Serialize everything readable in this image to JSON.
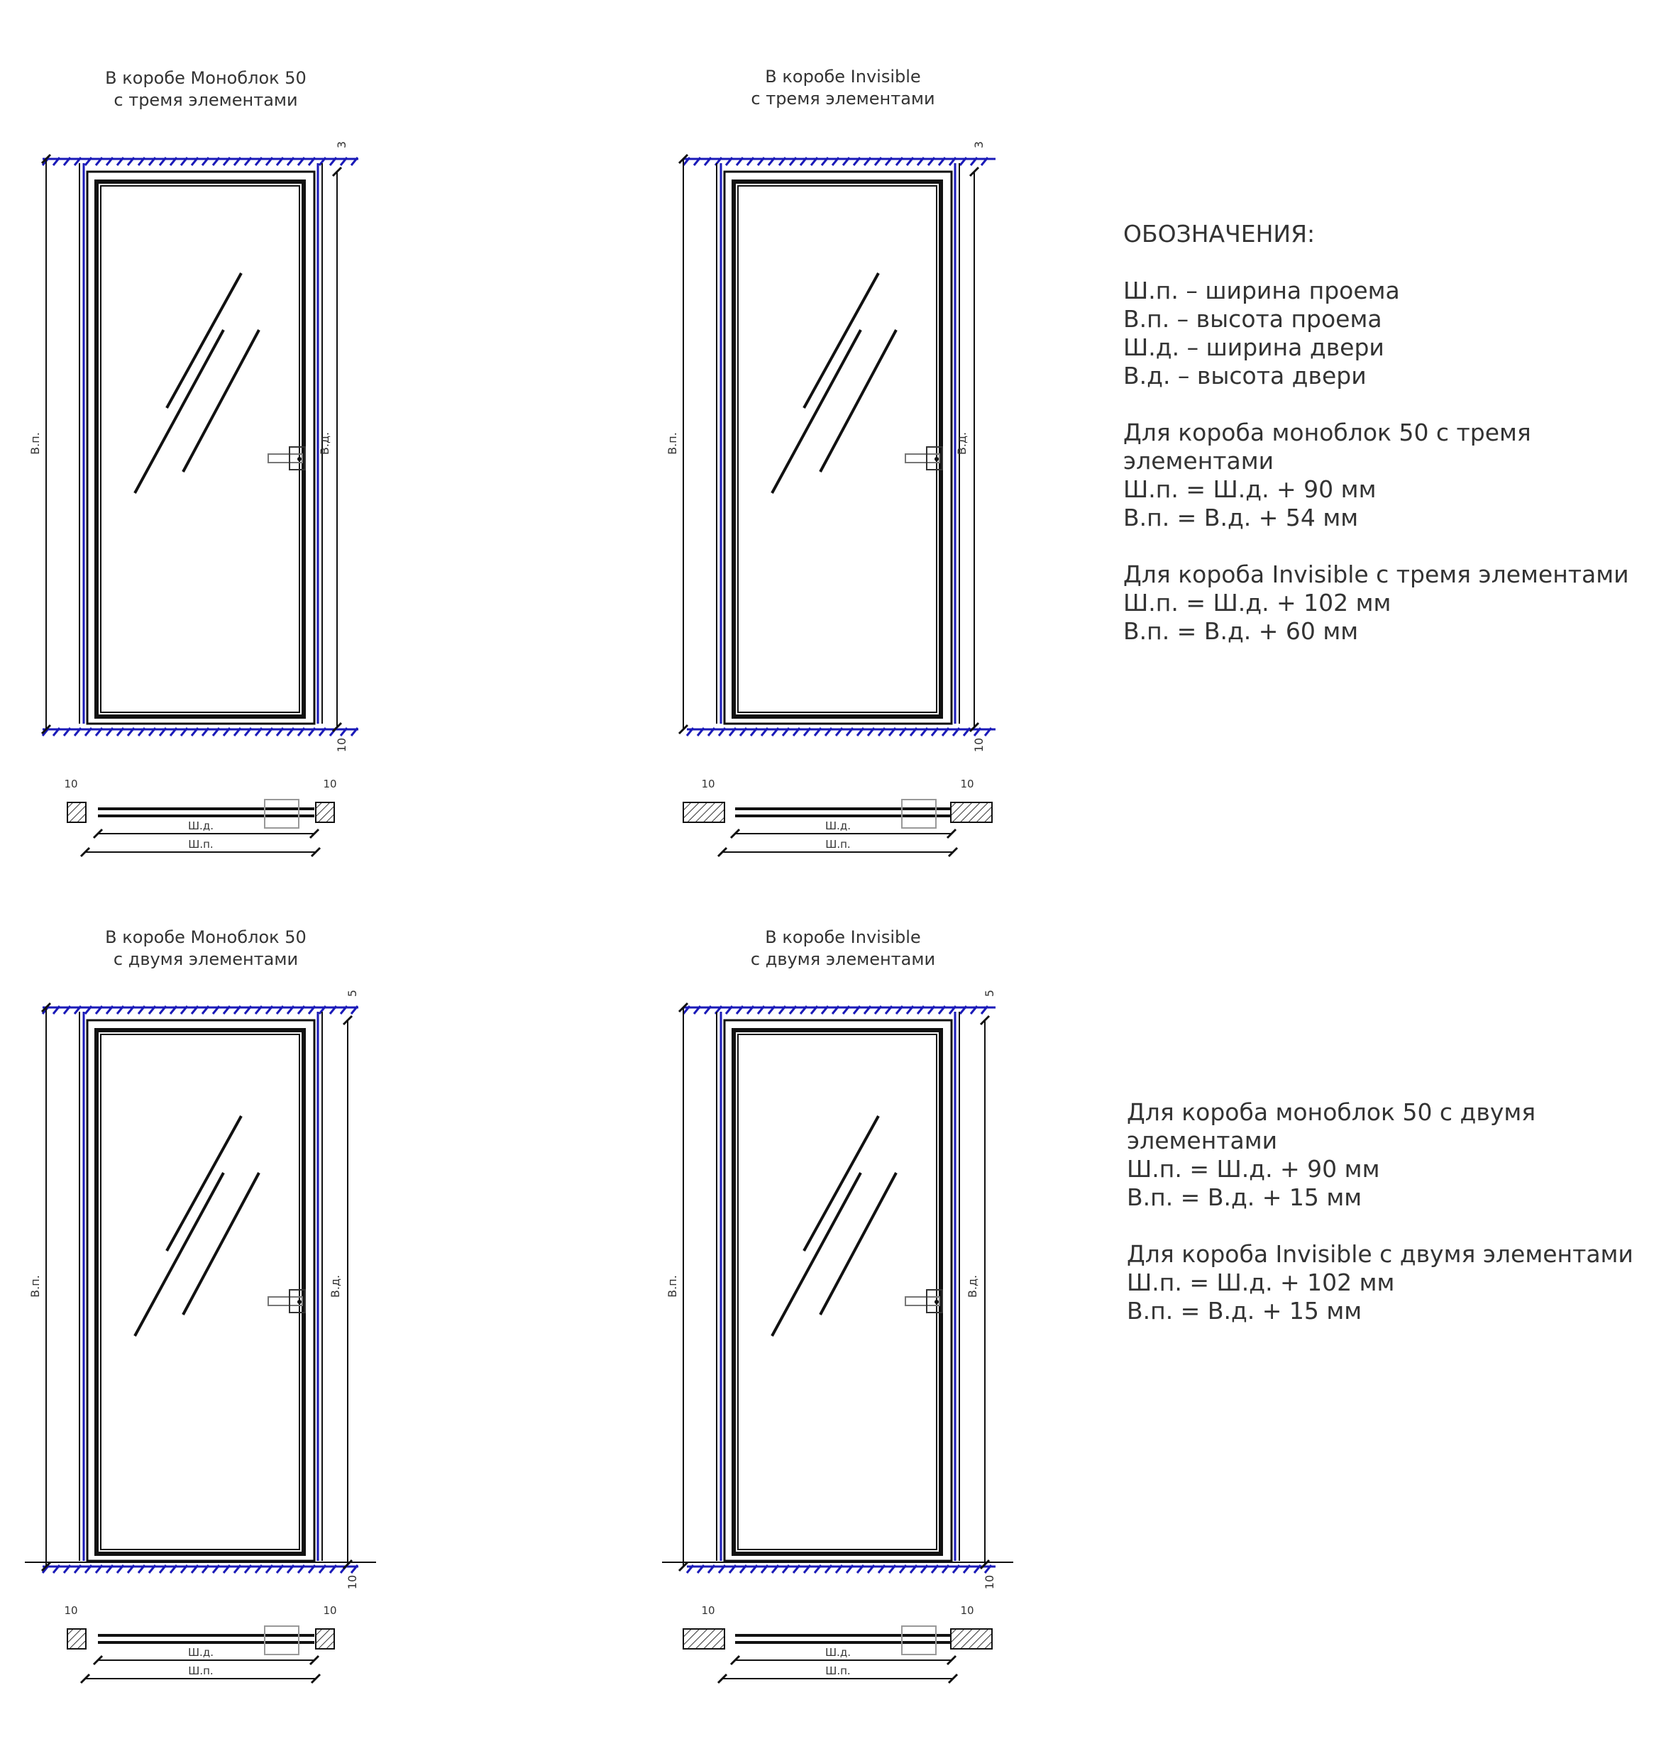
{
  "panels": [
    {
      "title1": "В коробе Моноблок 50",
      "title2": "с тремя элементами",
      "dim_top": "3",
      "dim_bottom": "10",
      "dim_left_side": "10",
      "dim_right_side": "10",
      "vp": "В.п.",
      "vd": "В.д.",
      "shd": "Ш.д.",
      "shp": "Ш.п."
    },
    {
      "title1": "В коробе Invisible",
      "title2": "с тремя элементами",
      "dim_top": "3",
      "dim_bottom": "10",
      "dim_left_side": "10",
      "dim_right_side": "10",
      "vp": "В.п.",
      "vd": "В.д.",
      "shd": "Ш.д.",
      "shp": "Ш.п."
    },
    {
      "title1": "В коробе Моноблок 50",
      "title2": "с двумя элементами",
      "dim_top": "5",
      "dim_bottom": "10",
      "dim_left_side": "10",
      "dim_right_side": "10",
      "vp": "В.п.",
      "vd": "В.д.",
      "shd": "Ш.д.",
      "shp": "Ш.п."
    },
    {
      "title1": "В коробе Invisible",
      "title2": "с двумя элементами",
      "dim_top": "5",
      "dim_bottom": "10",
      "dim_left_side": "10",
      "dim_right_side": "10",
      "vp": "В.п.",
      "vd": "В.д.",
      "shd": "Ш.д.",
      "shp": "Ш.п."
    }
  ],
  "legend": {
    "heading": "ОБОЗНАЧЕНИЯ:",
    "items": [
      "Ш.п. – ширина проема",
      "В.п. – высота проема",
      "Ш.д. – ширина двери",
      "В.д. – высота двери"
    ],
    "mono3_title": "Для короба моноблок 50 с тремя элементами",
    "mono3_w": "Ш.п. = Ш.д. + 90 мм",
    "mono3_h": "В.п. = В.д. + 54 мм",
    "inv3_title": "Для короба Invisible с тремя элементами",
    "inv3_w": "Ш.п. = Ш.д. + 102 мм",
    "inv3_h": "В.п. = В.д. + 60 мм"
  },
  "legend2": {
    "mono2_title": "Для короба моноблок 50 с двумя элементами",
    "mono2_w": "Ш.п. = Ш.д. + 90 мм",
    "mono2_h": "В.п. = В.д. + 15 мм",
    "inv2_title": "Для короба Invisible с двумя элементами",
    "inv2_w": "Ш.п. = Ш.д. + 102 мм",
    "inv2_h": "В.п. = В.д. + 15 мм"
  },
  "colors": {
    "line": "#111111",
    "hatch": "#1a1ab8",
    "text": "#333333"
  }
}
